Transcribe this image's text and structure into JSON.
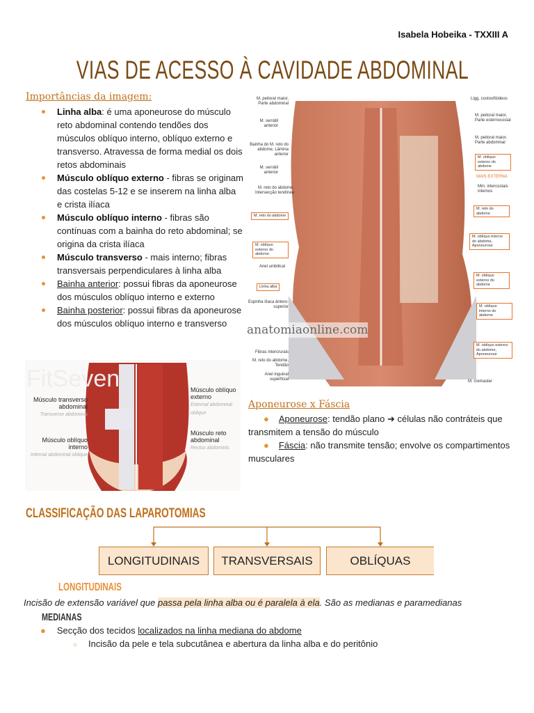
{
  "header": {
    "author": "Isabela Hobeika - TXXIII A"
  },
  "title": "VIAS DE ACESSO À CAVIDADE ABDOMINAL",
  "importancias": {
    "heading": "Importâncias da imagem:",
    "items": [
      {
        "term": "Linha alba",
        "text": ": é uma aponeurose do músculo reto abdominal contendo tendões dos músculos oblíquo interno, oblíquo externo e transverso. Atravessa de forma medial os dois retos abdominais"
      },
      {
        "term": "Músculo oblíquo externo",
        "text": " - fibras se originam das costelas 5-12 e se inserem na linha alba e crista ilíaca"
      },
      {
        "term": "Músculo oblíquo interno",
        "text": " - fibras são contínuas com a bainha do reto abdominal; se origina da crista ilíaca"
      },
      {
        "term": "Músculo transverso",
        "text": " - mais interno; fibras transversais perpendiculares à linha alba"
      },
      {
        "term": "Bainha anterior",
        "text": ": possui fibras da aponeurose dos músculos oblíquo interno e externo"
      },
      {
        "term": "Bainha posterior",
        "text": ": possui fibras da aponeurose dos músculos oblíquo interno e transverso"
      }
    ]
  },
  "figure_right": {
    "watermark": "anatomiaonline.com",
    "left_labels": [
      "M. peitoral maior, Parte abdominal",
      "M. serrátil anterior",
      "Bainha do M. reto do abdome, Lâmina anterior",
      "M. serrátil anterior",
      "M. reto do abdome, Intersecção tendínea",
      "Anel umbilical",
      "Espinha ilíaca ântero-superior",
      "Fibras intercrurais",
      "M. reto do abdome, Tendão",
      "Anel inguinal superficial"
    ],
    "left_boxed": [
      "M. reto do abdome",
      "M. oblíquo externo do abdome",
      "Linha alba"
    ],
    "right_labels": [
      "Ligg. costoxifóideos",
      "M. peitoral maior, Parte esternocostal",
      "M. peitoral maior, Parte abdominal",
      "Mm. intercostais internos",
      "M. cremaster"
    ],
    "right_boxed": [
      "M. oblíquo externo do abdome",
      "M. reto do abdome",
      "M. oblíquo interno do abdome, Aponeurose",
      "M. oblíquo externo do abdome",
      "M. oblíquo interno do abdome",
      "M. oblíquo externo do abdome, Aponeurose"
    ],
    "annotation": "MAIS EXTERNA"
  },
  "figure_left": {
    "watermark": "FitSeven",
    "labels": [
      {
        "pt": "Músculo transverso abdominal",
        "en": "Transverse abdominis"
      },
      {
        "pt": "Músculo oblíquo interno",
        "en": "Internal abdominal oblique"
      },
      {
        "pt": "Músculo oblíquo externo",
        "en": "External abdominal oblique"
      },
      {
        "pt": "Músculo reto abdominal",
        "en": "Rectus abdominis"
      }
    ]
  },
  "aponeurose": {
    "heading": "Aponeurose x Fáscia",
    "items": [
      {
        "term": "Aponeurose",
        "text": ": tendão plano ➜ células não contráteis que transmitem a tensão do músculo"
      },
      {
        "term": "Fáscia",
        "text": ": não transmite tensão; envolve os compartimentos musculares"
      }
    ]
  },
  "classificacao": {
    "heading": "CLASSIFICAÇÃO DAS LAPAROTOMIAS",
    "boxes": [
      "LONGITUDINAIS",
      "TRANSVERSAIS",
      "OBLÍQUAS"
    ]
  },
  "longitudinais": {
    "heading": "LONGITUDINAIS",
    "text_before": "Incisão de extensão variável que ",
    "text_highlight": "passa pela linha alba ou é paralela à ela",
    "text_after": ". São as medianas e paramedianas"
  },
  "medianas": {
    "heading": "MEDIANAS",
    "bullet_before": "Secção dos tecidos ",
    "bullet_underlined": "localizados na linha mediana do abdome",
    "sub_bullet": "Incisão da pele e tela subcutânea e abertura da linha alba e do peritônio"
  },
  "colors": {
    "title": "#7a4a14",
    "accent": "#c0701c",
    "box_fill": "#fce5cd",
    "highlight": "#fce5cd",
    "bullet": "#e69138"
  }
}
